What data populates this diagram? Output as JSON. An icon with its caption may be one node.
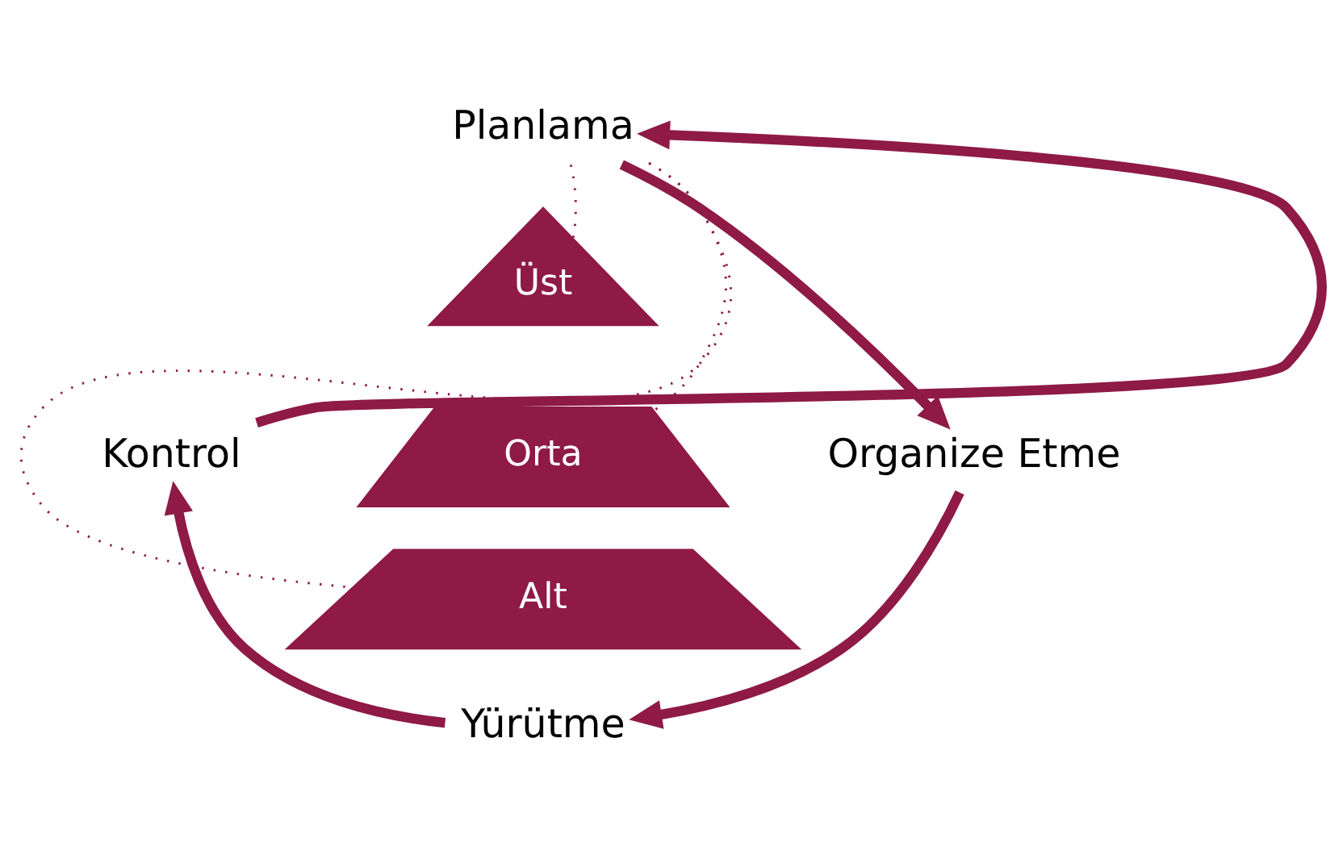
{
  "diagram": {
    "nodes": [
      {
        "text": [
          "Planlama"
        ]
      },
      {
        "text": [
          "Organize Etme"
        ]
      },
      {
        "text": [
          "Yürütme"
        ]
      },
      {
        "text": [
          "Kontrol"
        ]
      },
      {
        "text": [
          "Üst"
        ]
      },
      {
        "text": [
          "Orta"
        ]
      },
      {
        "text": [
          "Alt"
        ]
      }
    ],
    "edges": [
      {
        "from": 0,
        "to": 1,
        "arrow": "to"
      },
      {
        "from": 1,
        "to": 2,
        "arrow": "to"
      },
      {
        "from": 2,
        "to": 3,
        "arrow": "to"
      },
      {
        "from": 3,
        "to": 0,
        "arrow": "to"
      },
      {
        "from": 0,
        "to": 4,
        "arrow": "none",
        "style": "dashed"
      },
      {
        "from": 0,
        "to": 5,
        "arrow": "none",
        "style": "dashed"
      },
      {
        "from": 0,
        "to": 6,
        "arrow": "none",
        "style": "dashed"
      }
    ]
  }
}
